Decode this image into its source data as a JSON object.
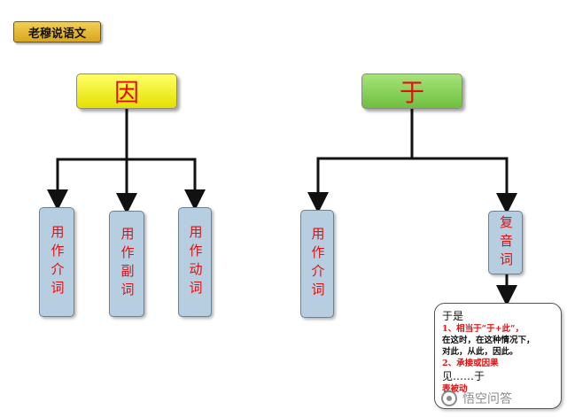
{
  "badge": {
    "label": "老穆说语文"
  },
  "roots": {
    "yin": {
      "label": "因"
    },
    "yu": {
      "label": "于"
    }
  },
  "nodes": {
    "yin_prep": {
      "label": "用作介词"
    },
    "yin_adv": {
      "label": "用作副词"
    },
    "yin_verb": {
      "label": "用作动词"
    },
    "yu_prep": {
      "label": "用作介词"
    },
    "yu_compound": {
      "label": "复音词"
    }
  },
  "callout": {
    "heading1": "于是",
    "line1": "1、相当于“于+此”，",
    "line2": "在这时，在这种情况下，",
    "line3": "对此，从此，因此。",
    "line4": "2、承接或因果",
    "heading2": "见……于",
    "line5": "表被动"
  },
  "watermark": {
    "text": "悟空问答"
  },
  "colors": {
    "root_yin": "#f0ee00",
    "root_yu": "#86cf55",
    "leaf_fill": "#b7cde0",
    "red_text": "#e01010",
    "badge": "#e5b93a"
  }
}
